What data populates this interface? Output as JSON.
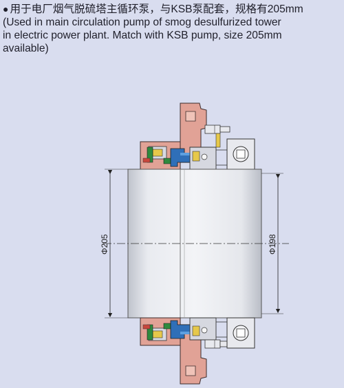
{
  "caption": {
    "bullet": "●",
    "line1": "用于电厂烟气脱硫塔主循环泵，与KSB泵配套，规格有205mm",
    "line2": "(Used in main circulation pump of smog desulfurized tower",
    "line3": "in electric power plant. Match with KSB pump, size 205mm",
    "line4": "available)"
  },
  "drawing": {
    "dim_left": "Φ205",
    "dim_right": "Φ198"
  },
  "colors": {
    "background": "#d9ddef",
    "gland": "#e1a296",
    "rotating_ring": "#2f6fb8",
    "oring": "#2f8a3e",
    "spring": "#e6c84a",
    "shaft": "#e6e8ee"
  }
}
